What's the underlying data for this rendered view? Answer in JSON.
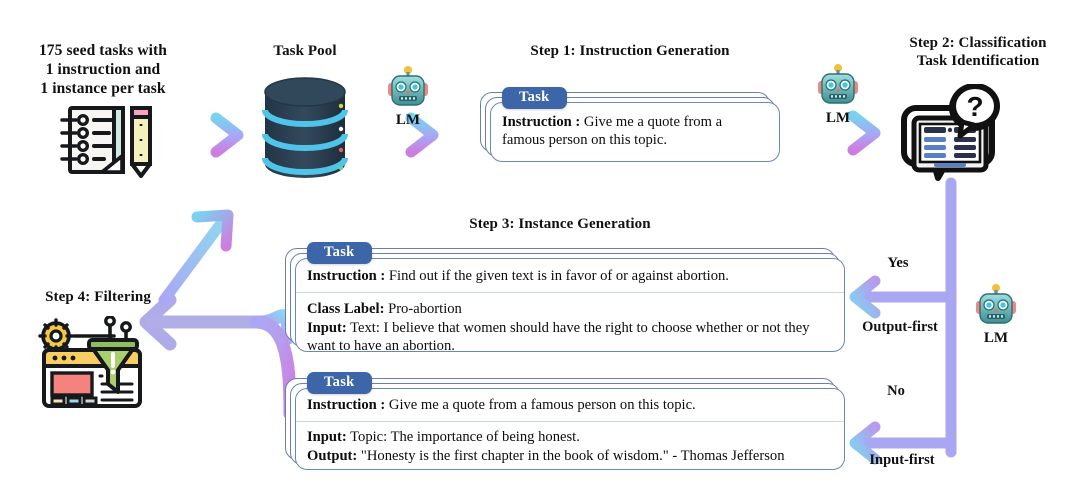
{
  "figure": {
    "title_seed": [
      "175 seed tasks with",
      "1 instruction and",
      "1 instance per task"
    ],
    "task_pool_label": "Task Pool",
    "step1_label": "Step 1: Instruction Generation",
    "step2_label": [
      "Step 2: Classification",
      "Task Identification"
    ],
    "step3_label": "Step 3: Instance Generation",
    "step4_label": "Step 4: Filtering",
    "lm_label": "LM",
    "badge_label": "Task"
  },
  "edges": {
    "yes": "Yes",
    "no": "No",
    "output_first": "Output-first",
    "input_first": "Input-first"
  },
  "cards": {
    "step1": {
      "badge": "Task",
      "sections": [
        {
          "label": "Instruction :",
          "text": " Give me a quote from a famous person on this topic."
        }
      ]
    },
    "classification": {
      "badge": "Task",
      "sections": [
        {
          "label": "Instruction :",
          "text": " Find out if the given text is in favor of or against abortion."
        },
        {
          "label": "Class Label:",
          "text": " Pro-abortion",
          "label2": "Input:",
          "text2": " Text: I believe that women should have the right to choose whether or not they want to have an abortion."
        }
      ]
    },
    "generation": {
      "badge": "Task",
      "sections": [
        {
          "label": "Instruction :",
          "text": " Give me a quote from a famous person on this topic."
        },
        {
          "label": "Input:",
          "text": " Topic: The importance of being honest.",
          "label2": "Output:",
          "text2": " \"Honesty is the first chapter in the book of wisdom.\" - Thomas Jefferson"
        }
      ]
    }
  },
  "icons": {
    "seed": "notepad-pencil-icon",
    "pool": "database-cylinder-icon",
    "lm": "robot-face-icon",
    "classify": "tablet-question-bubble-icon",
    "filter": "funnel-browser-icon"
  },
  "colors": {
    "arrow_mid": "#a9a6f2",
    "arrow_cyan": "#7fd4ef",
    "arrow_magenta": "#d07ae0",
    "badge_blue": "#3d66a8",
    "card_border": "#6b86b8",
    "pool_dark": "#2d4355",
    "pool_band": "#4fc3e8"
  }
}
